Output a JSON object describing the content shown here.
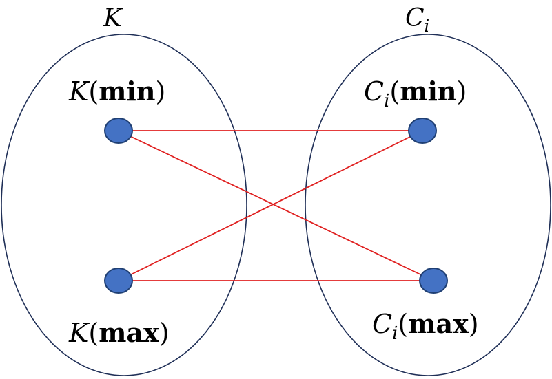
{
  "sets": {
    "left": {
      "title": "K"
    },
    "right": {
      "title": "C",
      "title_subscript": "i"
    }
  },
  "nodes": {
    "k_min": {
      "var": "K",
      "paren_open": "(",
      "word": "min",
      "paren_close": ")"
    },
    "k_max": {
      "var": "K",
      "paren_open": "(",
      "word": "max",
      "paren_close": ")"
    },
    "c_min": {
      "var": "C",
      "subscript": "i",
      "paren_open": "(",
      "word": "min",
      "paren_close": ")"
    },
    "c_max": {
      "var": "C",
      "subscript": "i",
      "paren_open": "(",
      "word": "max",
      "paren_close": ")"
    }
  },
  "edges": [
    {
      "from": "k_min",
      "to": "c_min"
    },
    {
      "from": "k_min",
      "to": "c_max"
    },
    {
      "from": "k_max",
      "to": "c_min"
    },
    {
      "from": "k_max",
      "to": "c_max"
    }
  ],
  "colors": {
    "ellipse_stroke": "#1f2f57",
    "edge": "#e02020",
    "node_fill": "#4472c4",
    "node_stroke": "#1f3f73"
  }
}
